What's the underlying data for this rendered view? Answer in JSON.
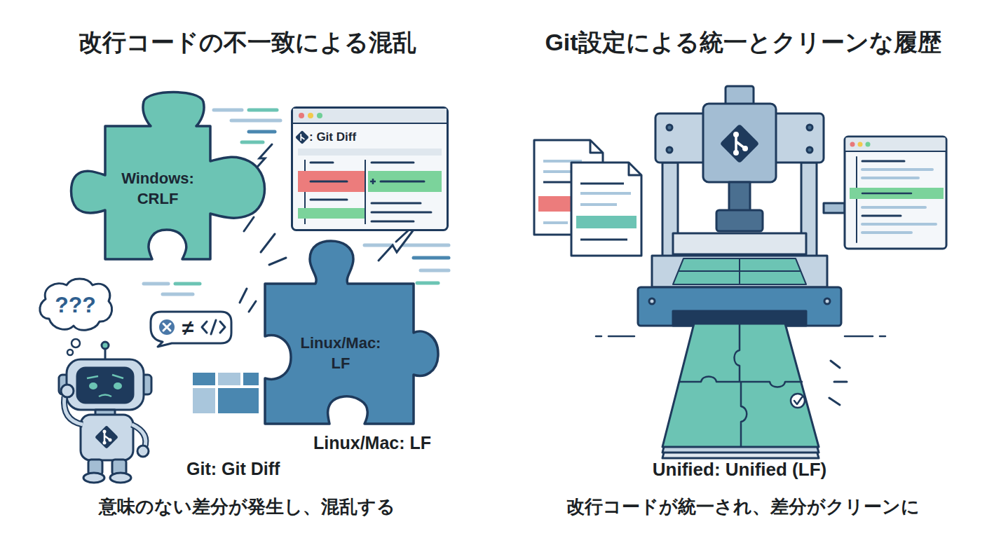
{
  "diagram": {
    "nodes": [
      {
        "text": [
          "Windows: CRLF"
        ]
      },
      {
        "text": [
          ": Git Diff"
        ]
      },
      {
        "text": [
          "Linux/Mac: LF"
        ]
      },
      {
        "text": [
          "???"
        ]
      },
      {
        "text": [
          "≠"
        ]
      }
    ],
    "labels": [
      "改行コードの不一致による混乱",
      "Git設定による統一とクリーンな履歴",
      "Linux/Mac: LF",
      "Git: Git Diff",
      "意味のない差分が発生し、混乱する",
      "Unified: Unified (LF)",
      "改行コードが統一され、差分がクリーンに"
    ]
  }
}
